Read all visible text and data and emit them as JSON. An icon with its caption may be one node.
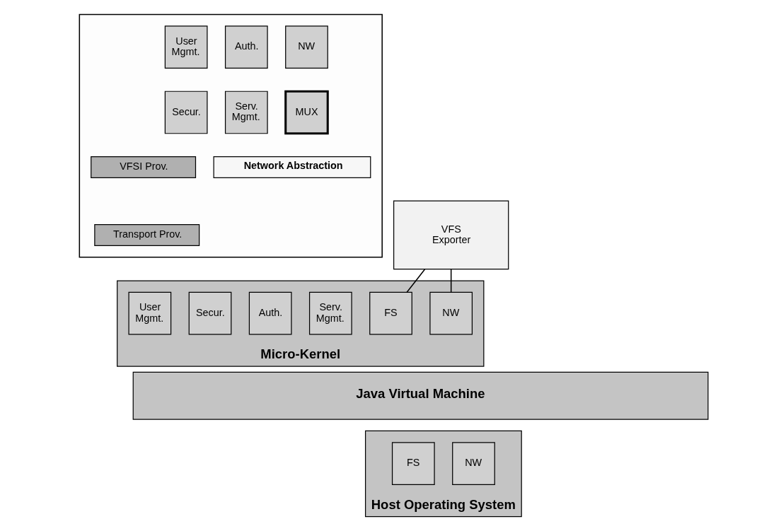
{
  "diagram": {
    "nodes": [
      {
        "text": [],
        "shape": "box"
      },
      {
        "text": [
          "User Mgmt."
        ],
        "in": 0
      },
      {
        "text": [
          "Auth."
        ],
        "in": 0
      },
      {
        "text": [
          "NW"
        ],
        "in": 0
      },
      {
        "text": [
          "Secur."
        ],
        "in": 0
      },
      {
        "text": [
          "Serv. Mgmt."
        ],
        "in": 0
      },
      {
        "text": [
          "MUX"
        ],
        "in": 0
      },
      {
        "text": [
          "VFSI Prov."
        ],
        "in": 0
      },
      {
        "text": [
          "Network Abstraction"
        ],
        "in": 0
      },
      {
        "text": [
          "Transport Prov."
        ],
        "in": 0
      },
      {
        "text": [
          "VFS Exporter"
        ]
      },
      {
        "text": [
          "Micro-Kernel"
        ]
      },
      {
        "text": [
          "User Mgmt."
        ],
        "in": 11
      },
      {
        "text": [
          "Secur."
        ],
        "in": 11
      },
      {
        "text": [
          "Auth."
        ],
        "in": 11
      },
      {
        "text": [
          "Serv. Mgmt."
        ],
        "in": 11
      },
      {
        "text": [
          "FS"
        ],
        "in": 11
      },
      {
        "text": [
          "NW"
        ],
        "in": 11
      },
      {
        "text": [
          "Java Virtual Machine"
        ]
      },
      {
        "text": [
          "Host Operating System"
        ]
      },
      {
        "text": [
          "FS"
        ],
        "in": 19
      },
      {
        "text": [
          "NW"
        ],
        "in": 19
      }
    ],
    "edges": [
      {
        "from": 10,
        "to": 16,
        "arrow": "none"
      },
      {
        "from": 10,
        "to": 17,
        "arrow": "none"
      }
    ]
  }
}
